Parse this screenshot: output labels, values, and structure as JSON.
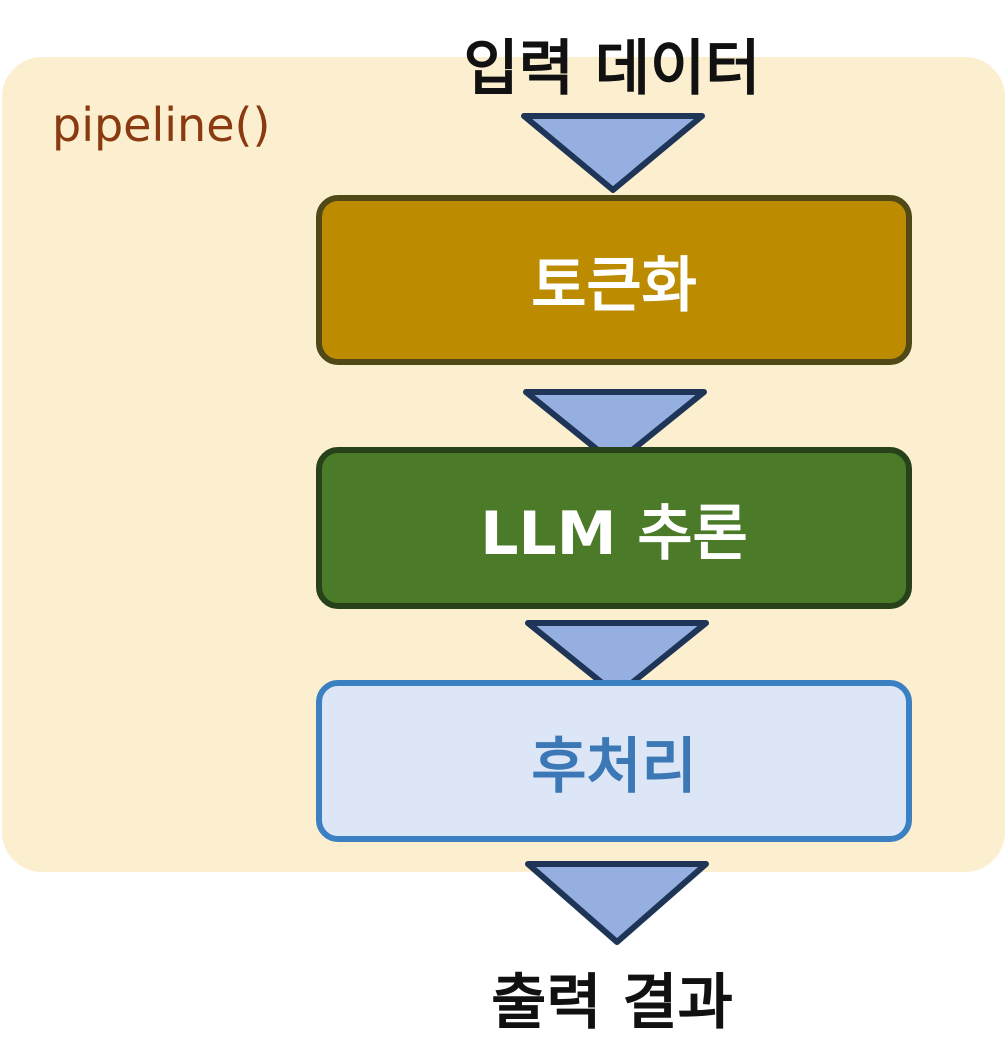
{
  "panel": {
    "label": "pipeline()"
  },
  "input": {
    "label": "입력 데이터"
  },
  "output": {
    "label": "출력 결과"
  },
  "stages": [
    {
      "label": "토큰화"
    },
    {
      "label": "LLM 추론"
    },
    {
      "label": "후처리"
    }
  ],
  "colors": {
    "panel_background": "#fcefcf",
    "panel_label": "#8a3a10",
    "arrow_fill": "#95afe0",
    "arrow_stroke": "#1f3557",
    "stage_tokenize_fill": "#bd8b00",
    "stage_inference_fill": "#4b7a28",
    "stage_postprocess_fill": "#dde6f7",
    "stage_postprocess_text": "#3b78b5"
  }
}
